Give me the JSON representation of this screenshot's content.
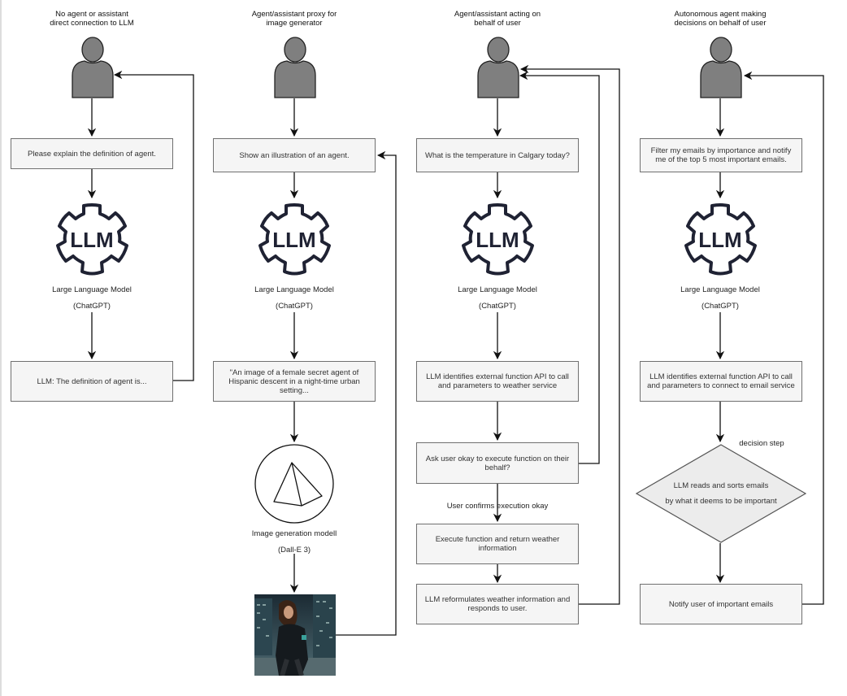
{
  "columns": [
    {
      "title": "No agent or assistant direct connection to LLM",
      "title_lines": [
        "No agent or assistant",
        "direct connection to LLM"
      ],
      "actor_icon": "person-icon",
      "prompt": "Please explain the definition of agent.",
      "model": {
        "icon": "llm-gear-icon",
        "icon_text": "LLM",
        "name": "Large Language Model",
        "product": "(ChatGPT)"
      },
      "steps": [
        "LLM: The definition of agent is..."
      ]
    },
    {
      "title": "Agent/assistant proxy for image generator",
      "title_lines": [
        "Agent/assistant proxy for",
        "image generator"
      ],
      "actor_icon": "person-icon",
      "prompt": "Show an illustration of an agent.",
      "model": {
        "icon": "llm-gear-icon",
        "icon_text": "LLM",
        "name": "Large Language Model",
        "product": "(ChatGPT)"
      },
      "steps": [
        "\"An image of a female secret agent of Hispanic descent in a night-time urban setting..."
      ],
      "image_model": {
        "icon": "pyramid-icon",
        "name": "Image generation modell",
        "product": "(Dall-E 3)"
      },
      "output_image": "generated-agent-image"
    },
    {
      "title": "Agent/assistant acting on behalf of user",
      "title_lines": [
        "Agent/assistant acting on",
        "behalf of user"
      ],
      "actor_icon": "person-icon",
      "prompt": "What is the temperature in Calgary today?",
      "model": {
        "icon": "llm-gear-icon",
        "icon_text": "LLM",
        "name": "Large Language Model",
        "product": "(ChatGPT)"
      },
      "steps": [
        "LLM identifies external function API to call and parameters to weather service",
        "Ask user okay to execute function on their behalf?",
        "Execute function and return weather information",
        "LLM reformulates weather information and responds to user."
      ],
      "edge_label": "User confirms execution okay"
    },
    {
      "title": "Autonomous agent making decisions on behalf of user",
      "title_lines": [
        "Autonomous agent making",
        "decisions on behalf of user"
      ],
      "actor_icon": "person-icon",
      "prompt": "Filter my emails by importance and notify me of the top 5 most important emails.",
      "model": {
        "icon": "llm-gear-icon",
        "icon_text": "LLM",
        "name": "Large Language Model",
        "product": "(ChatGPT)"
      },
      "steps": [
        "LLM identifies external function API to call and parameters to connect to email service",
        "Notify user of important emails"
      ],
      "decision": {
        "label": "decision step",
        "lines": [
          "LLM reads and sorts emails",
          "by what it deems to be important"
        ]
      }
    }
  ],
  "colors": {
    "person_fill": "#7f7f7f",
    "box_fill": "#f5f5f5",
    "box_border": "#707070",
    "line": "#111111",
    "diamond_fill": "#ececec",
    "gear_stroke": "#1f2233"
  }
}
